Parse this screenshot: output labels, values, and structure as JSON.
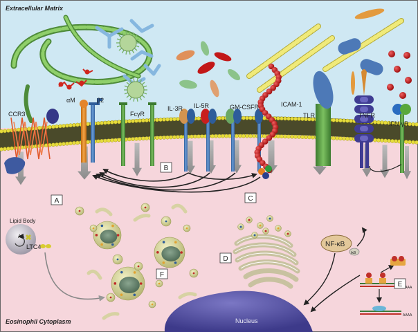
{
  "regions": {
    "extracellular_title": "Extracellular Matrix",
    "cytoplasm_title": "Eosinophil Cytoplasm",
    "nucleus_label": "Nucleus"
  },
  "receptors": {
    "ccr3": "CCR3",
    "alpha_m": "αM",
    "beta_2": "β2",
    "fcgr": "FcγR",
    "il3r": "IL-3R",
    "il5r": "IL-5R",
    "gmcsfr": "GM-CSFR",
    "icam1": "ICAM-1",
    "tlr": "TLR",
    "tnfr": "TNFR",
    "ifngr": "IFN-γR"
  },
  "cytoplasm": {
    "lipid_body": "Lipid Body",
    "aa": "AA",
    "ltc4": "LTC4",
    "nfkb": "NF-κB",
    "ikb": "IκB",
    "aaaa_1": "AAAA",
    "aaaa_2": "AAAA"
  },
  "boxes": {
    "a": "A",
    "b": "B",
    "c": "C",
    "d": "D",
    "e": "E",
    "f": "F"
  },
  "colors": {
    "extracellular": "#cfe8f3",
    "cytoplasm": "#f6d6dc",
    "membrane_head": "#e6dc3c",
    "nucleus": "#5a56a8",
    "nfkb": "#e3c89a"
  }
}
